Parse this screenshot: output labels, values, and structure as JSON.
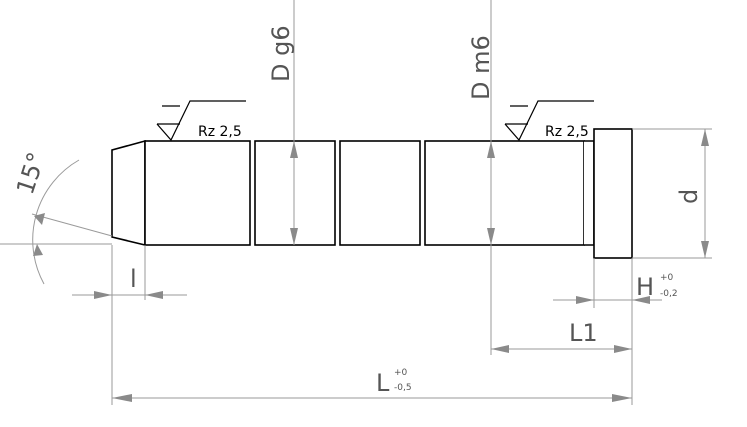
{
  "diagram": {
    "dimensions": {
      "diameter_g6": "D g6",
      "diameter_m6": "D m6",
      "lead_length": "l",
      "head_diameter": "d",
      "head_height": "H",
      "head_height_tol_upper": "+0",
      "head_height_tol_lower": "-0,2",
      "shank_length": "L1",
      "total_length": "L",
      "total_length_tol_upper": "+0",
      "total_length_tol_lower": "-0,5",
      "chamfer_angle": "15°"
    },
    "surface_finish": {
      "left": "Rz 2,5",
      "right": "Rz 2,5"
    }
  }
}
